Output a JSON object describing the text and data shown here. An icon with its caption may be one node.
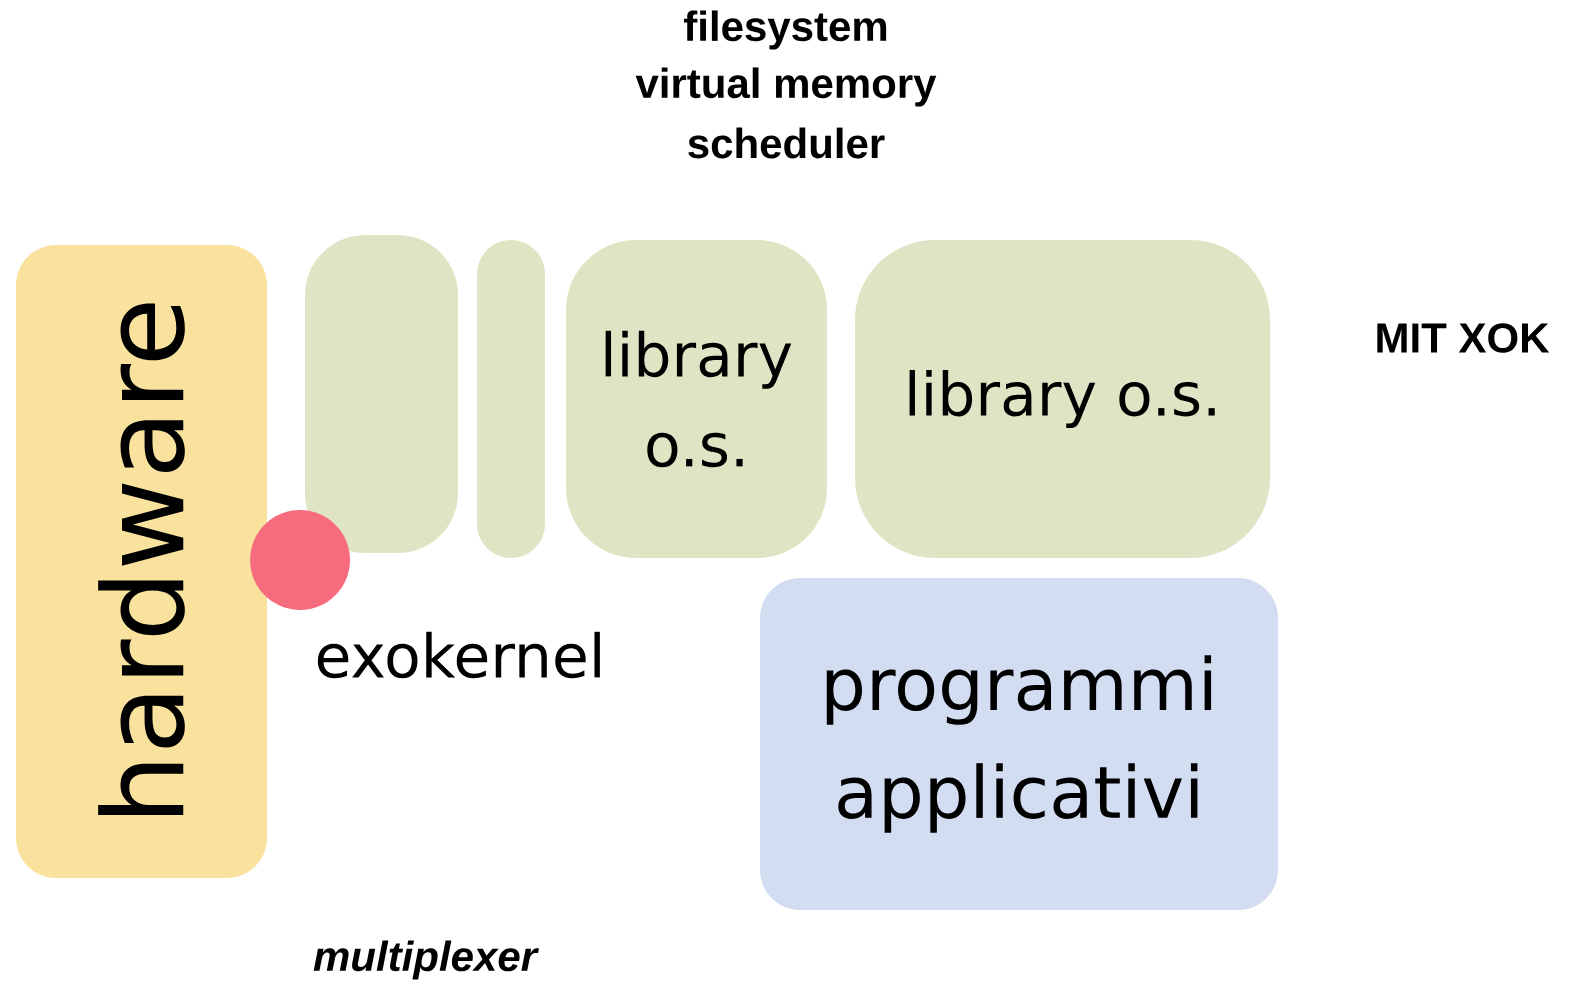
{
  "diagram": {
    "nodes": [
      {
        "text": [
          "hardware"
        ]
      },
      {
        "text": [],
        "shape": "box"
      },
      {
        "text": [],
        "shape": "box"
      },
      {
        "text": [
          "library o.s."
        ]
      },
      {
        "text": [
          "library o.s."
        ]
      },
      {
        "text": [
          "programmi applicativi"
        ]
      },
      {
        "text": [],
        "shape": "circle",
        "beside": [
          "exokernel"
        ]
      }
    ],
    "labels": [
      "filesystem",
      "virtual memory",
      "scheduler",
      "MIT XOK",
      "multiplexer"
    ]
  }
}
